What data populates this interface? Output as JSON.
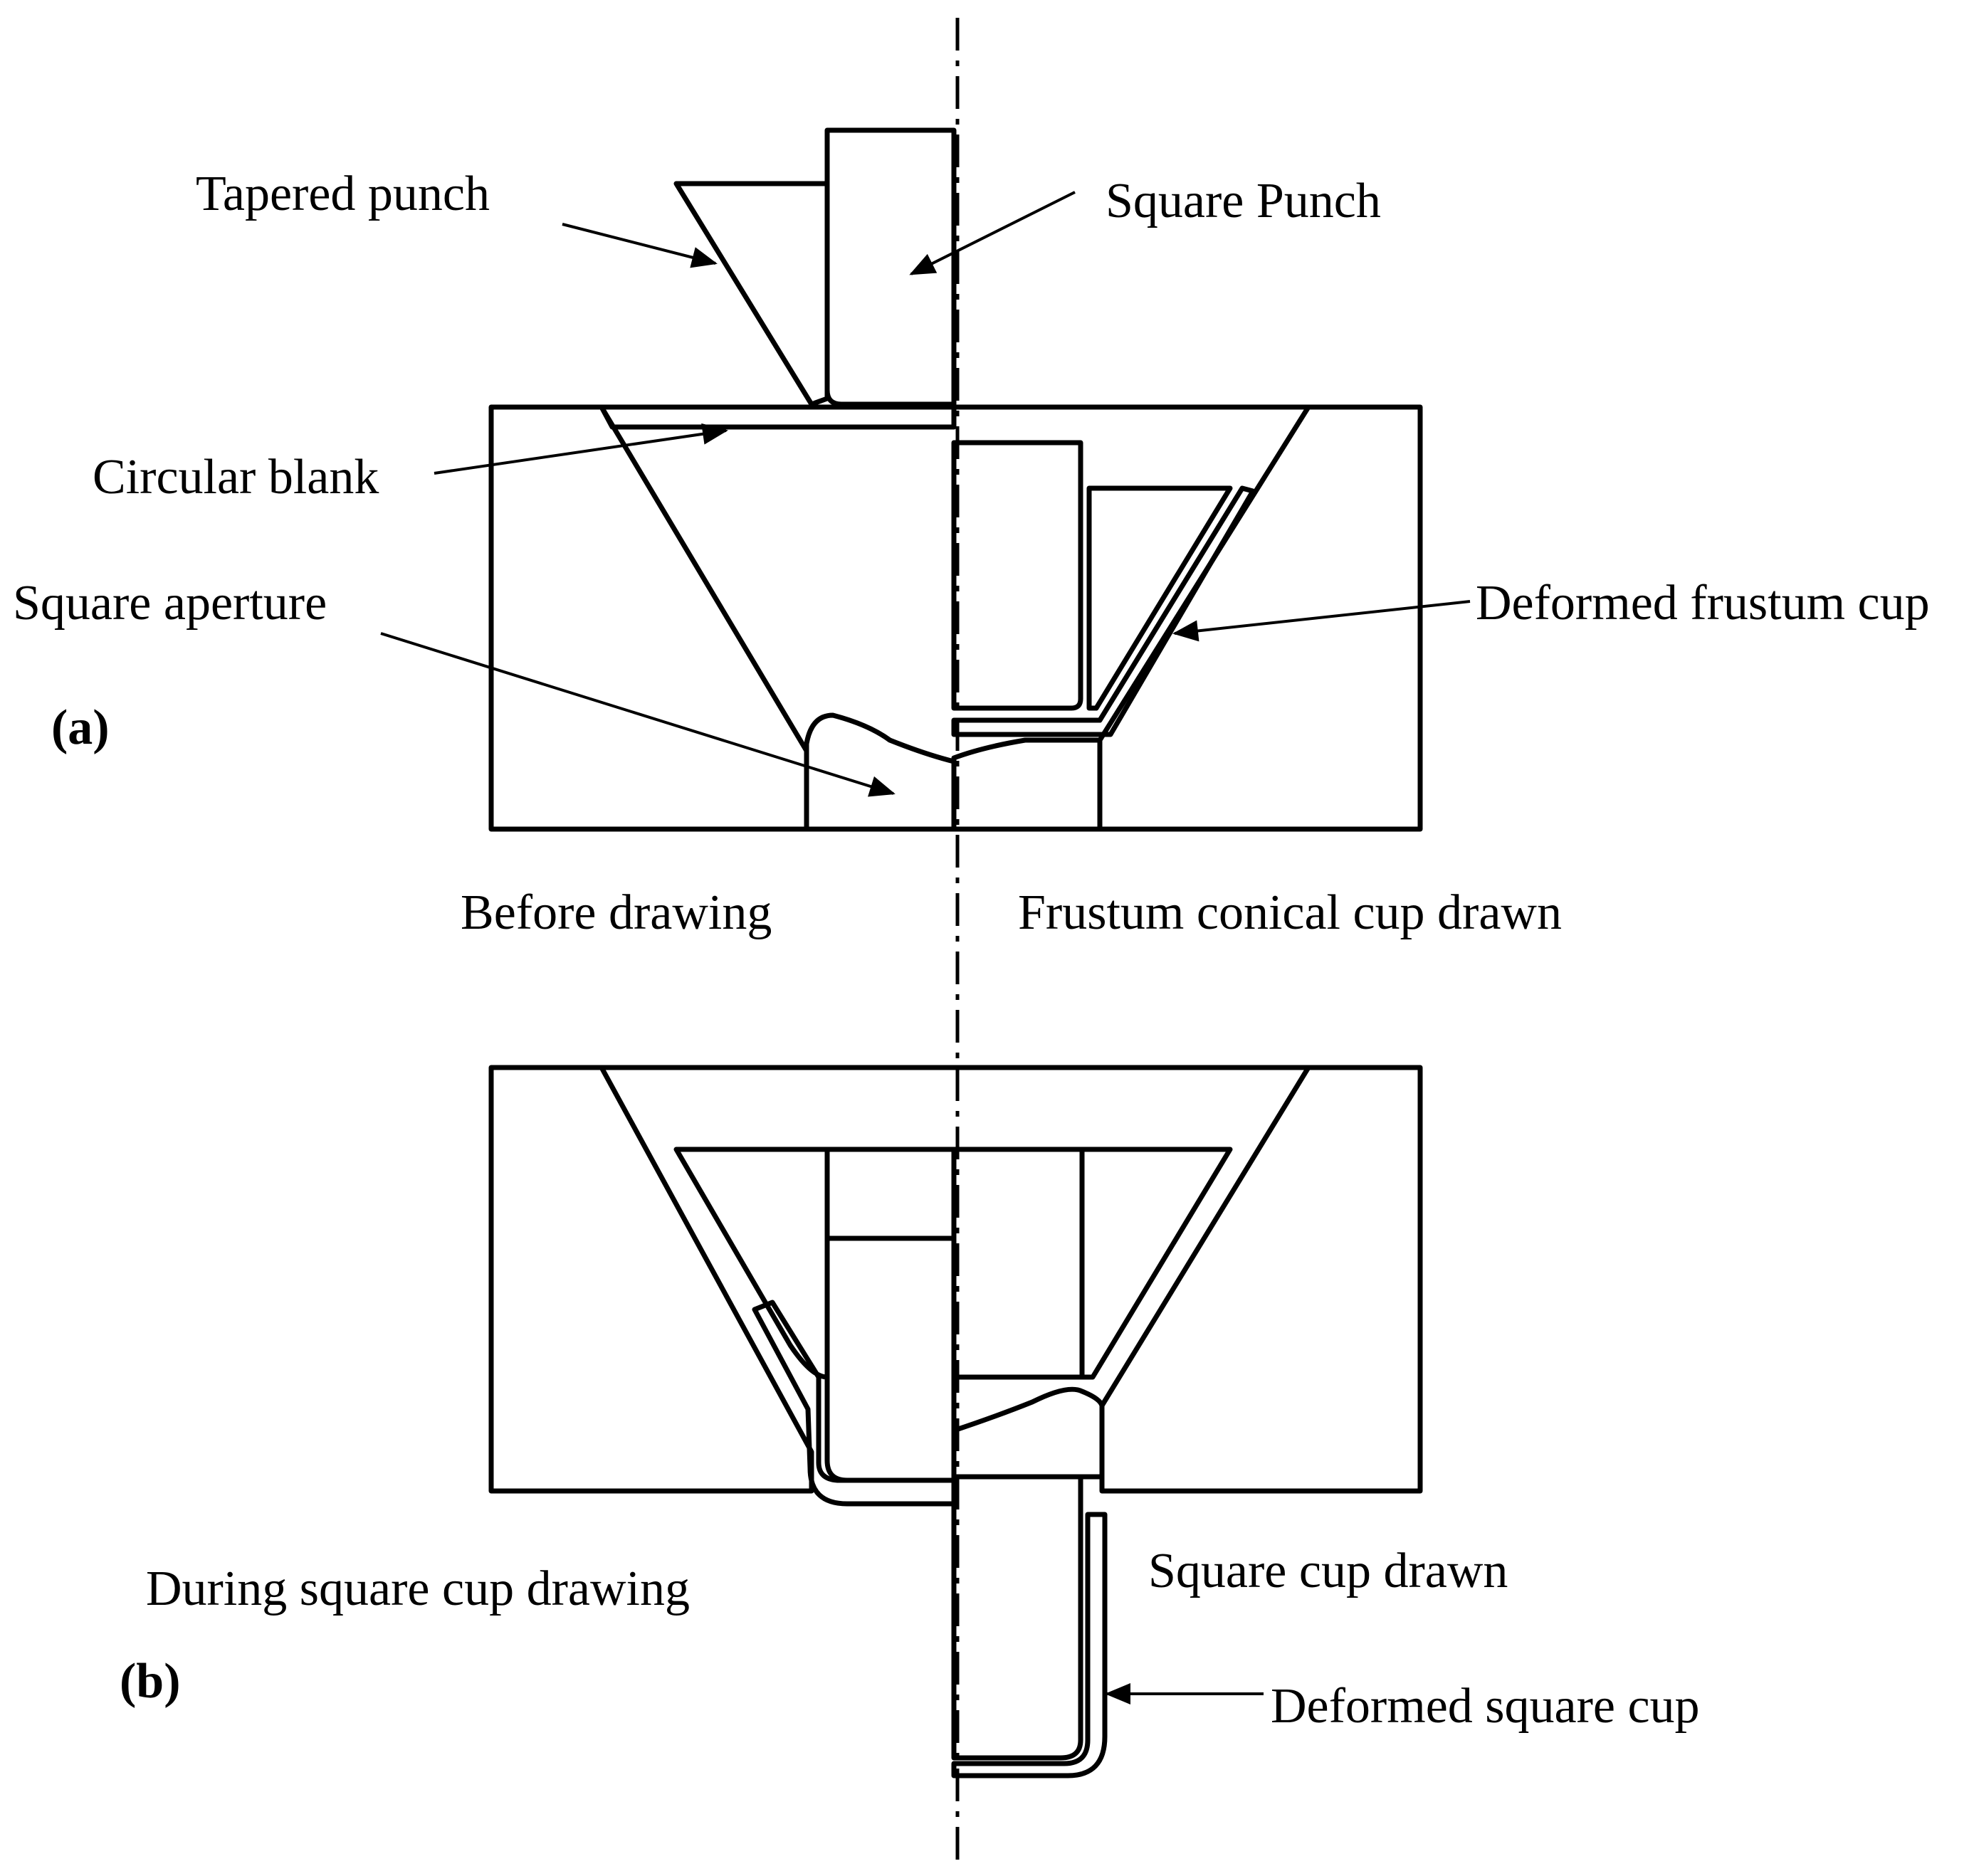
{
  "labels": {
    "tapered_punch": "Tapered punch",
    "square_punch": "Square Punch",
    "circular_blank": "Circular blank",
    "square_aperture": "Square aperture",
    "deformed_frustum_cup": "Deformed frustum cup",
    "panel_a": "(a)",
    "before_drawing": "Before drawing",
    "frustum_conical_cup_drawn": "Frustum conical cup drawn",
    "during_square_cup_drawing": "During square cup drawing",
    "square_cup_drawn": "Square cup drawn",
    "panel_b": "(b)",
    "deformed_square_cup": "Deformed square cup"
  },
  "colors": {
    "line": "#000000",
    "background": "#ffffff"
  }
}
